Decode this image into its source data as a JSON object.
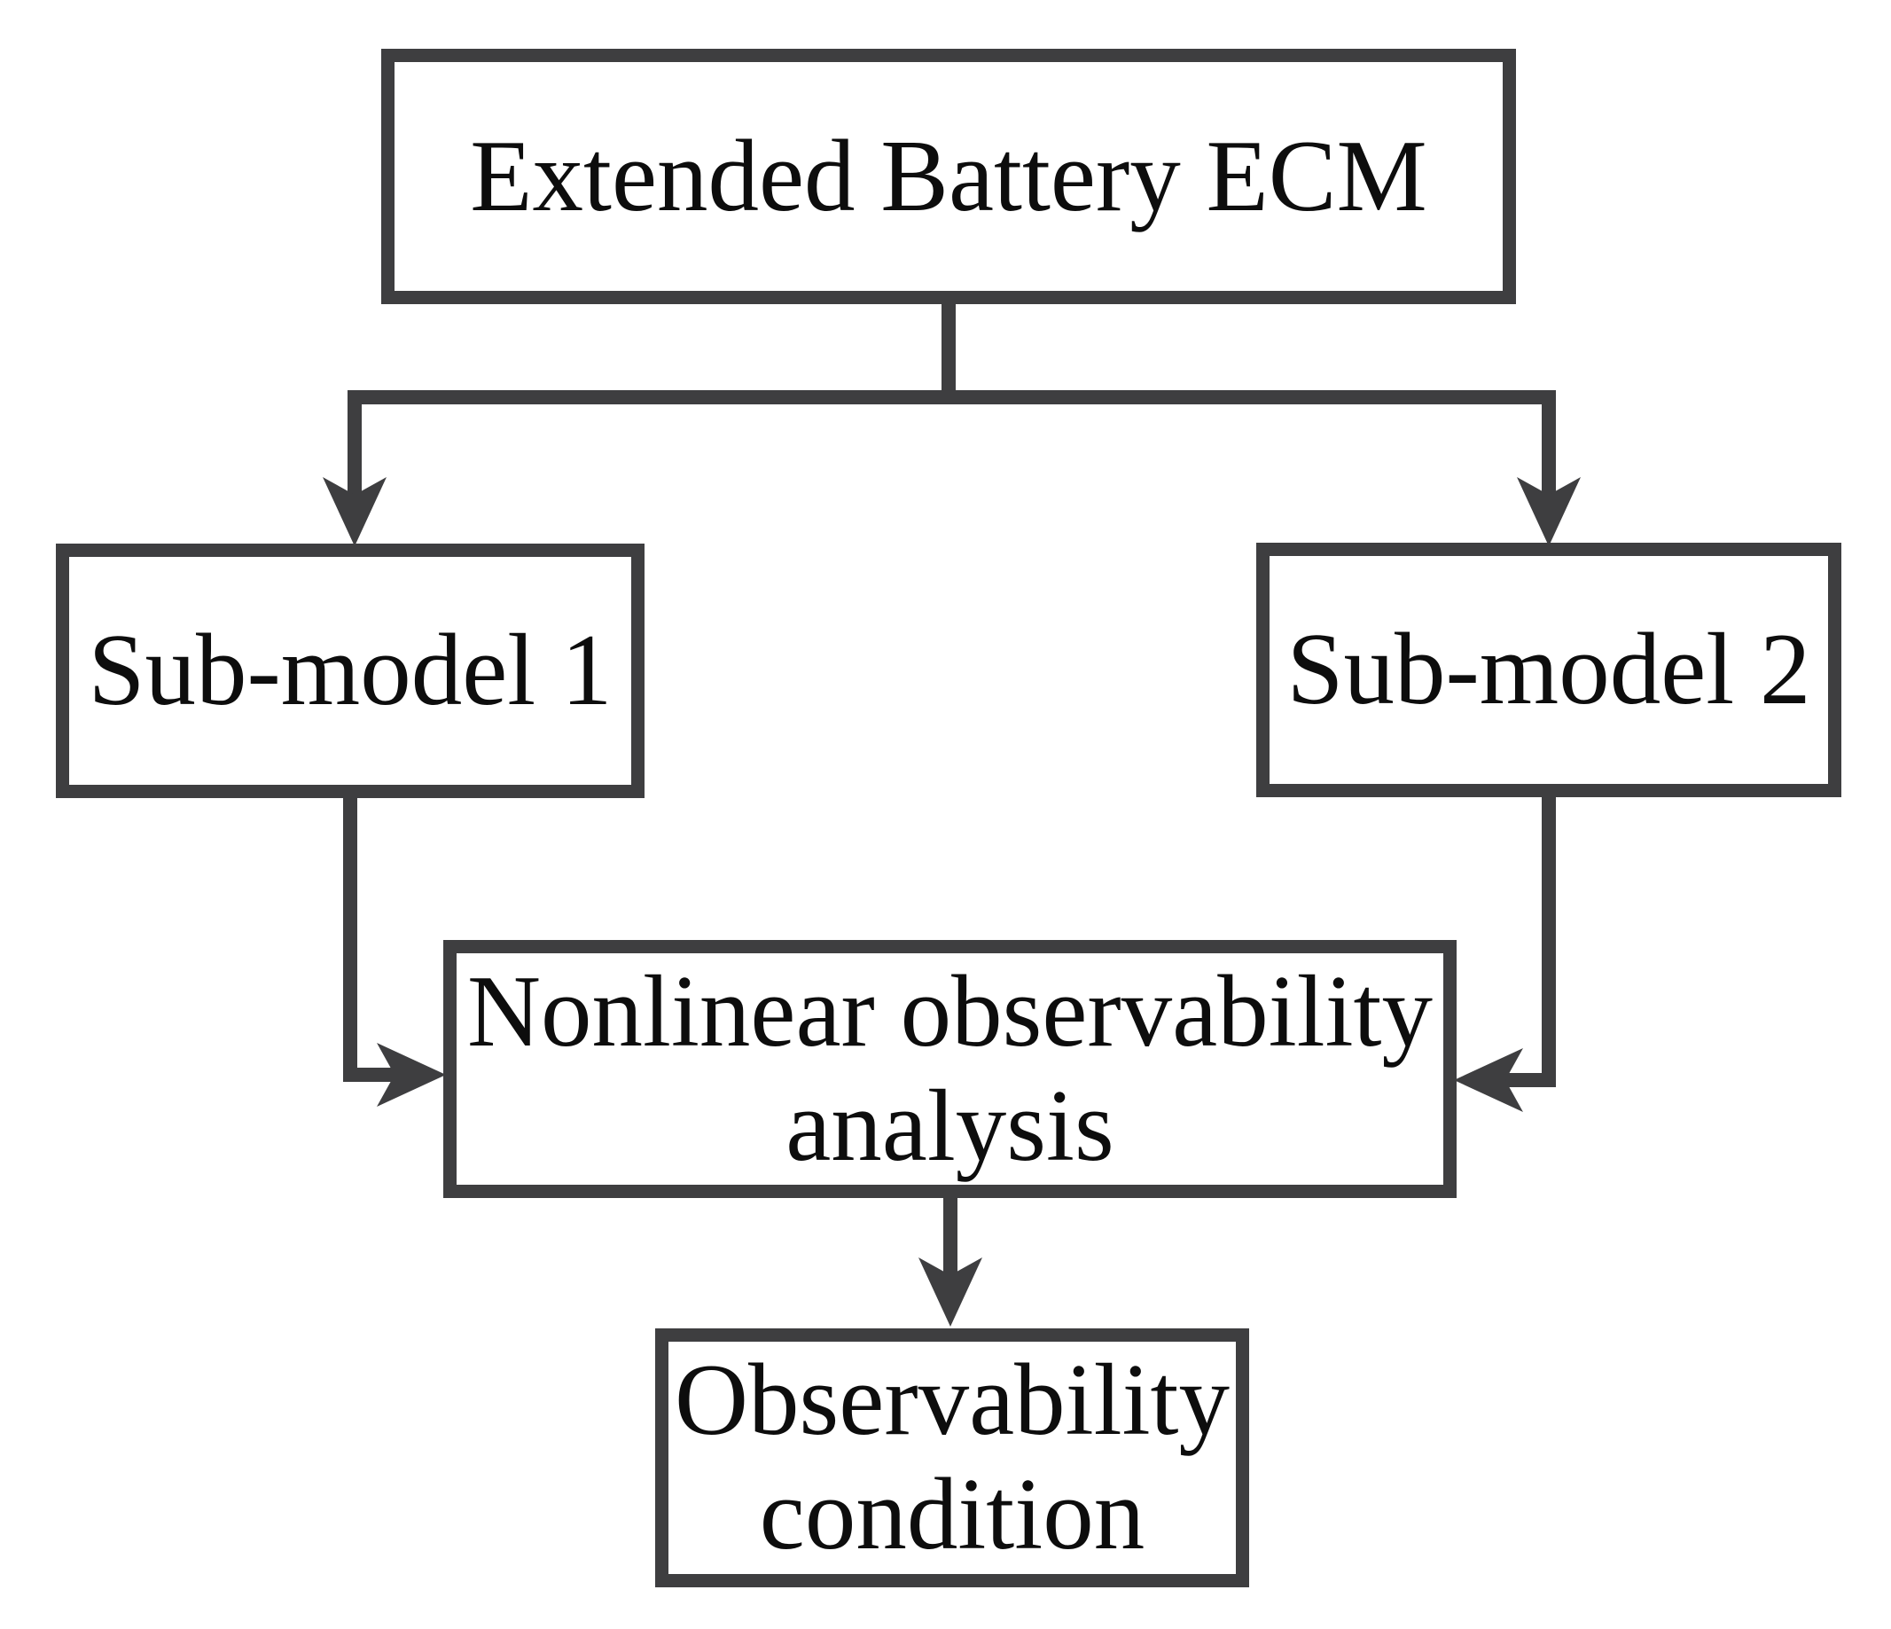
{
  "colors": {
    "background": "#ffffff",
    "line": "#3e3e40",
    "box_fill": "#ffffff",
    "text": "#0d0d0d"
  },
  "nodes": {
    "root": {
      "label": "Extended Battery ECM"
    },
    "sub1": {
      "label": "Sub-model 1"
    },
    "sub2": {
      "label": "Sub-model 2"
    },
    "analysis": {
      "label": "Nonlinear observability\nanalysis"
    },
    "condition": {
      "label": "Observability\ncondition"
    }
  },
  "edges": [
    {
      "from": "Extended Battery ECM",
      "to": "Sub-model 1"
    },
    {
      "from": "Extended Battery ECM",
      "to": "Sub-model 2"
    },
    {
      "from": "Sub-model 1",
      "to": "Nonlinear observability analysis"
    },
    {
      "from": "Sub-model 2",
      "to": "Nonlinear observability analysis"
    },
    {
      "from": "Nonlinear observability analysis",
      "to": "Observability condition"
    }
  ]
}
